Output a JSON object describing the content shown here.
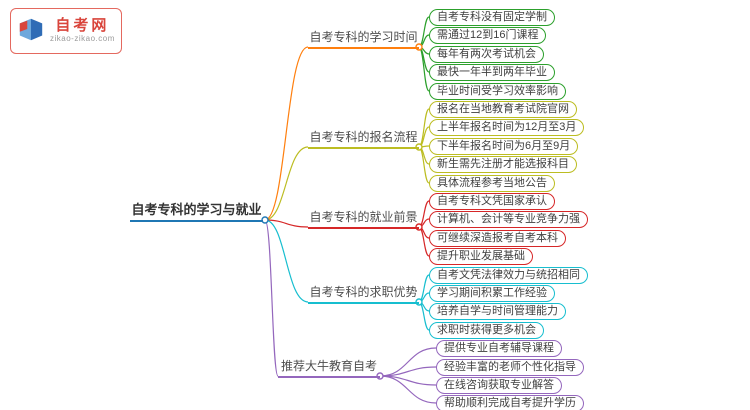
{
  "logo": {
    "title": "自考网",
    "domain": "zikao-zikao.com",
    "title_color": "#d9453c",
    "border_color": "#e4695f"
  },
  "root": {
    "label": "自考专科的学习与就业",
    "color": "#1f77b4"
  },
  "branches": [
    {
      "label": "自考专科的学习时间",
      "color": "#ff7f0e",
      "leaves": [
        {
          "label": "自考专科没有固定学制",
          "color": "#2ca02c"
        },
        {
          "label": "需通过12到16门课程",
          "color": "#2ca02c"
        },
        {
          "label": "每年有两次考试机会",
          "color": "#2ca02c"
        },
        {
          "label": "最快一年半到两年毕业",
          "color": "#2ca02c"
        },
        {
          "label": "毕业时间受学习效率影响",
          "color": "#2ca02c"
        }
      ]
    },
    {
      "label": "自考专科的报名流程",
      "color": "#bcbd22",
      "leaves": [
        {
          "label": "报名在当地教育考试院官网",
          "color": "#bcbd22"
        },
        {
          "label": "上半年报名时间为12月至3月",
          "color": "#bcbd22"
        },
        {
          "label": "下半年报名时间为6月至9月",
          "color": "#bcbd22"
        },
        {
          "label": "新生需先注册才能选报科目",
          "color": "#bcbd22"
        },
        {
          "label": "具体流程参考当地公告",
          "color": "#bcbd22"
        }
      ]
    },
    {
      "label": "自考专科的就业前景",
      "color": "#d62728",
      "leaves": [
        {
          "label": "自考专科文凭国家承认",
          "color": "#d62728"
        },
        {
          "label": "计算机、会计等专业竞争力强",
          "color": "#d62728"
        },
        {
          "label": "可继续深造报考自考本科",
          "color": "#d62728"
        },
        {
          "label": "提升职业发展基础",
          "color": "#d62728"
        }
      ]
    },
    {
      "label": "自考专科的求职优势",
      "color": "#17becf",
      "leaves": [
        {
          "label": "自考文凭法律效力与统招相同",
          "color": "#17becf"
        },
        {
          "label": "学习期间积累工作经验",
          "color": "#17becf"
        },
        {
          "label": "培养自学与时间管理能力",
          "color": "#17becf"
        },
        {
          "label": "求职时获得更多机会",
          "color": "#17becf"
        }
      ]
    },
    {
      "label": "推荐大牛教育自考",
      "color": "#9467bd",
      "leaves": [
        {
          "label": "提供专业自考辅导课程",
          "color": "#9467bd"
        },
        {
          "label": "经验丰富的老师个性化指导",
          "color": "#9467bd"
        },
        {
          "label": "在线咨询获取专业解答",
          "color": "#9467bd"
        },
        {
          "label": "帮助顺利完成自考提升学历",
          "color": "#9467bd"
        }
      ]
    }
  ]
}
